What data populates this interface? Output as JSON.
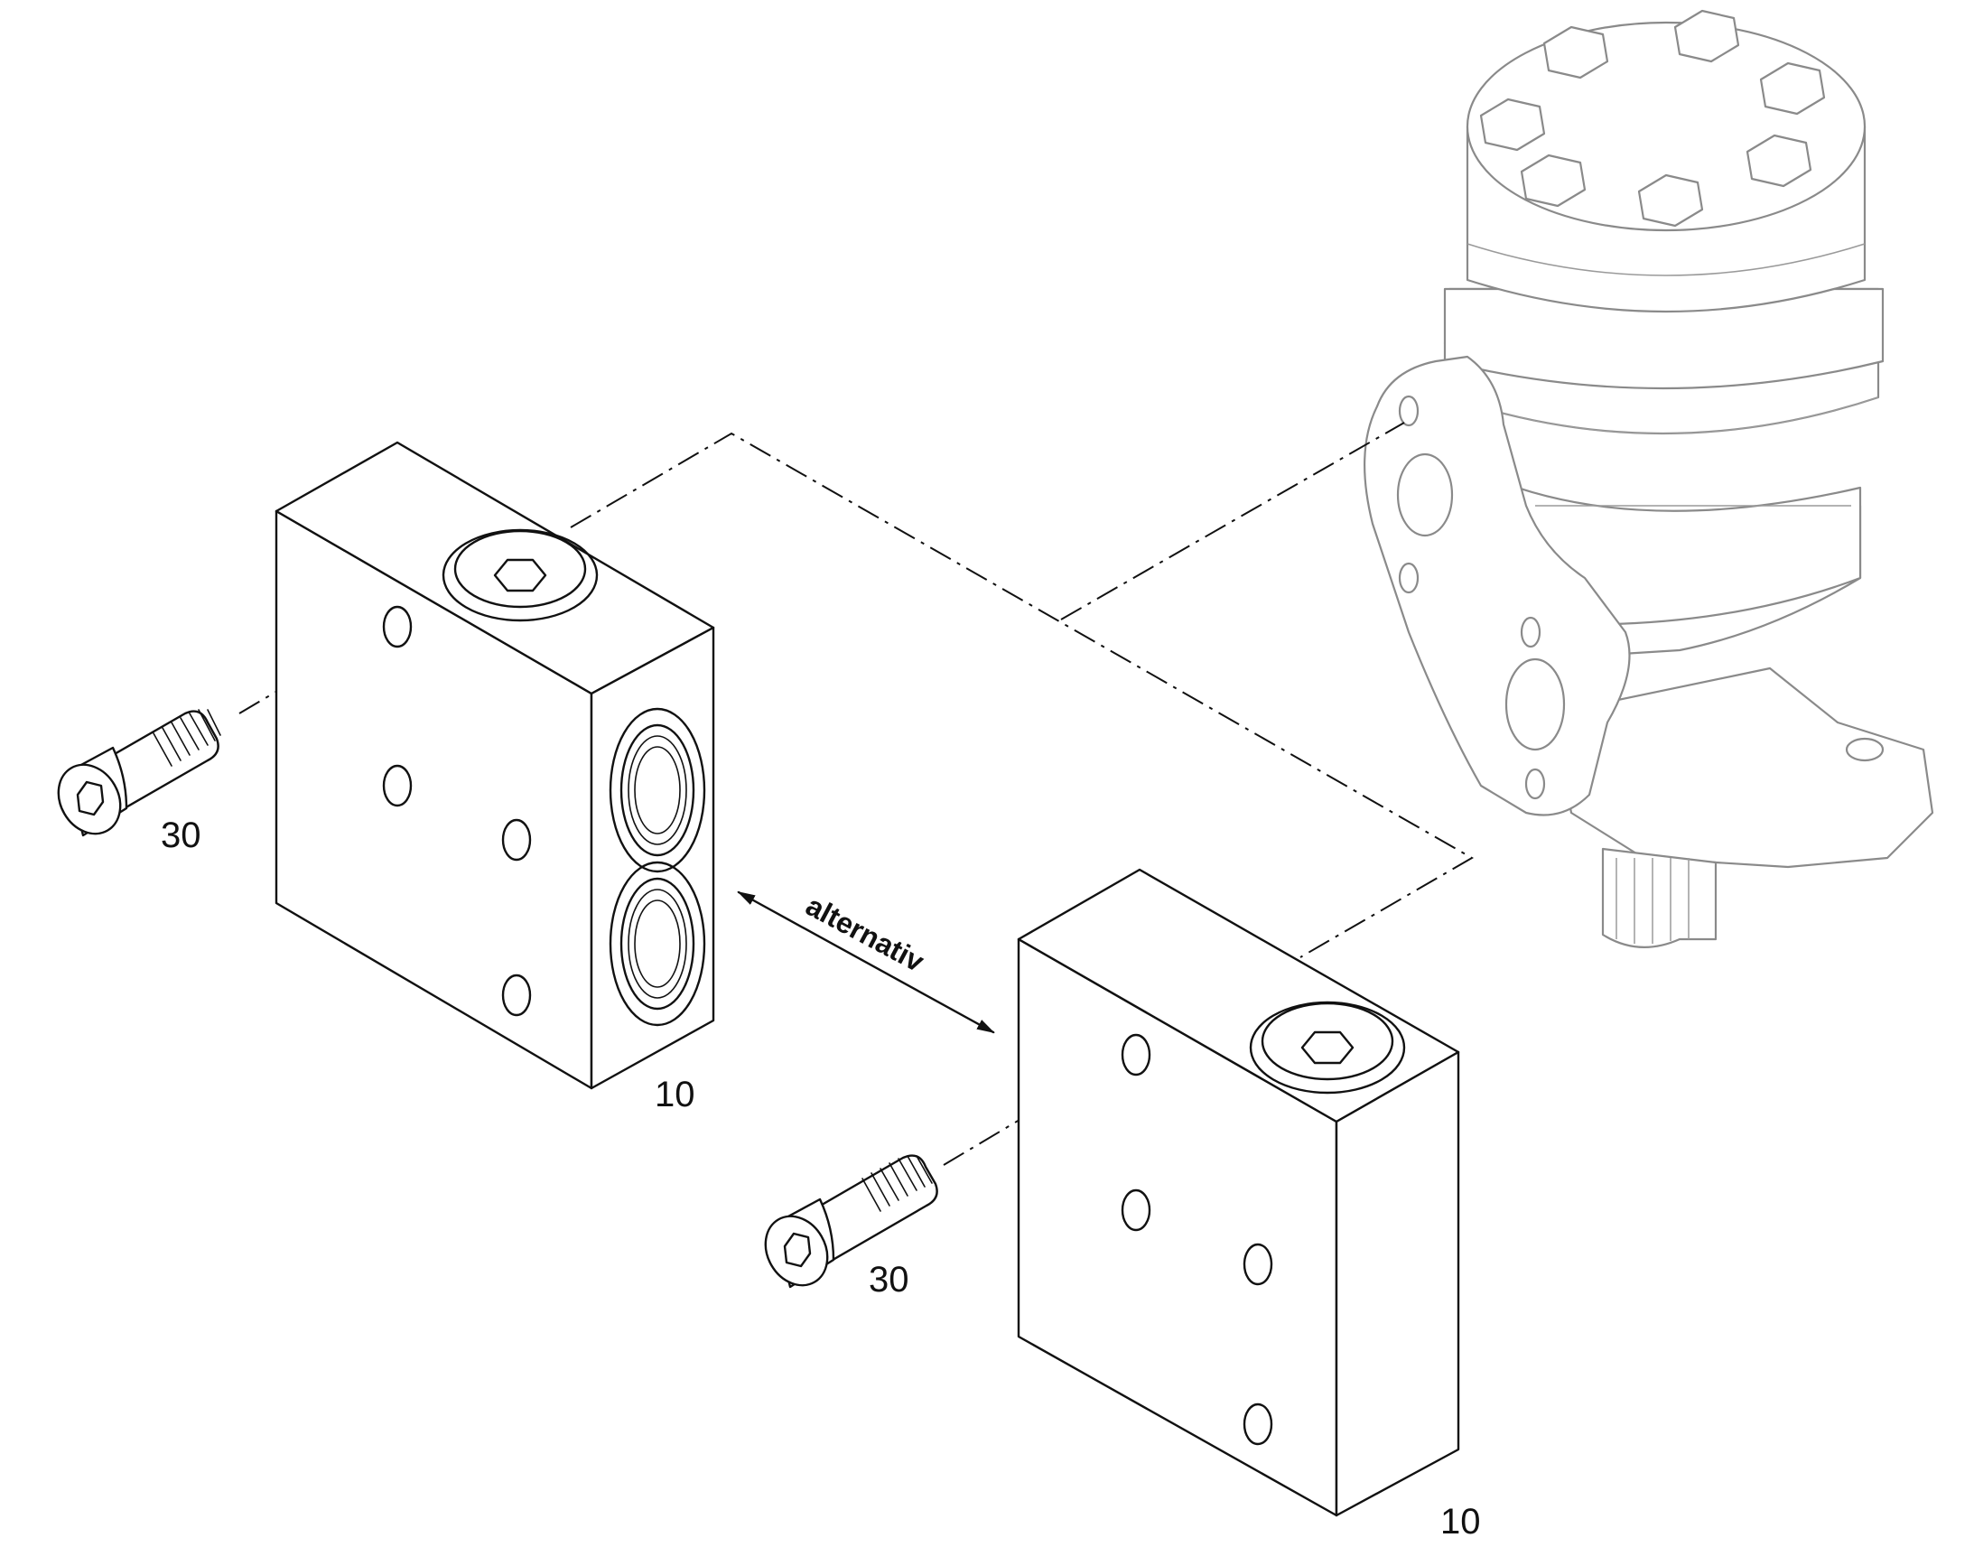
{
  "diagram": {
    "labels": {
      "block_upper_part_no": "10",
      "block_lower_part_no": "10",
      "screw_upper_part_no": "30",
      "screw_lower_part_no": "30",
      "alternative_text": "alternativ"
    },
    "colors": {
      "line": "#111111",
      "motor_line": "#8a8a8a",
      "background": "#ffffff"
    }
  }
}
